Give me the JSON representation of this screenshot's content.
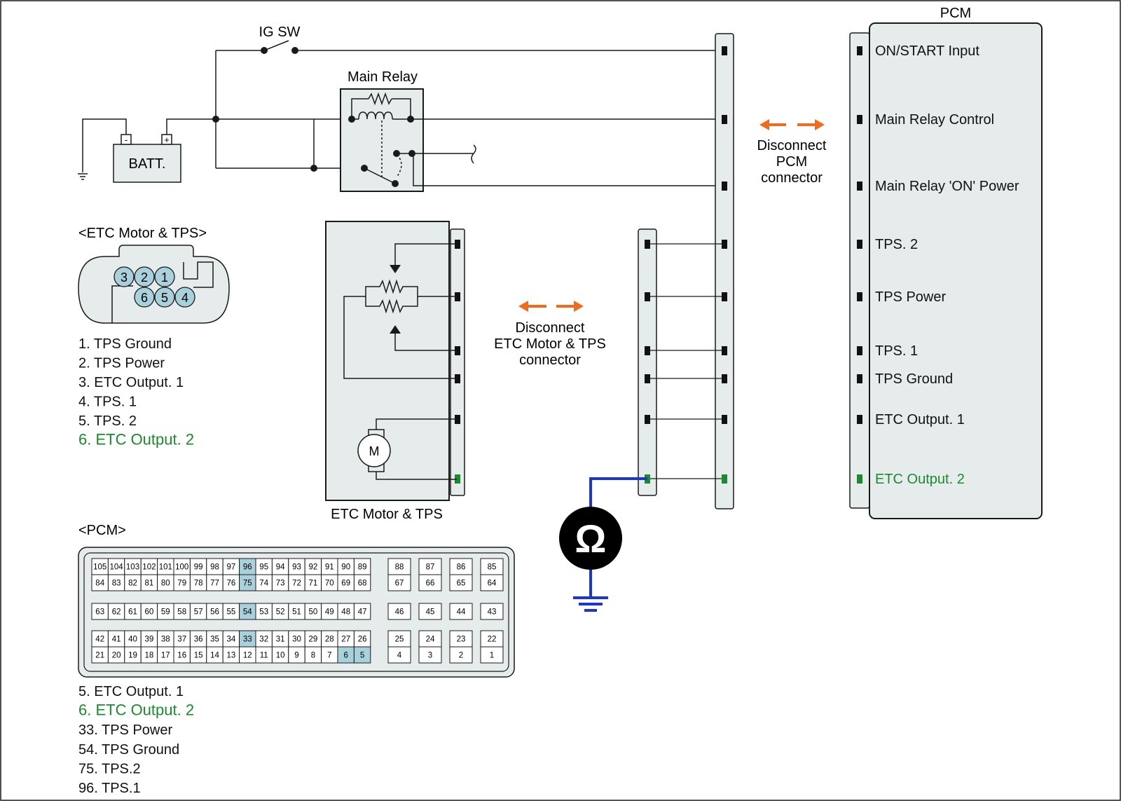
{
  "colors": {
    "line": "#1a1a1a",
    "connector_fill": "#e6ecec",
    "pin_highlight": "#a9d1dc",
    "green": "#1b8a2e",
    "orange": "#f26a1b",
    "meter_wire": "#1a34d6",
    "meter_body": "#000000"
  },
  "top_circuit": {
    "ig_sw_label": "IG SW",
    "main_relay_label": "Main Relay",
    "battery_label": "BATT.",
    "battery_minus": "-",
    "battery_plus": "+"
  },
  "pcm_box": {
    "title": "PCM",
    "pins": [
      {
        "label": "ON/START Input",
        "color": "#111111"
      },
      {
        "label": "Main Relay Control",
        "color": "#111111"
      },
      {
        "label": "Main Relay 'ON' Power",
        "color": "#111111"
      },
      {
        "label": "TPS. 2",
        "color": "#111111"
      },
      {
        "label": "TPS Power",
        "color": "#111111"
      },
      {
        "label": "TPS. 1",
        "color": "#111111"
      },
      {
        "label": "TPS Ground",
        "color": "#111111"
      },
      {
        "label": "ETC Output. 1",
        "color": "#111111"
      },
      {
        "label": "ETC Output. 2",
        "color": "#1b8a2e"
      }
    ]
  },
  "disconnect_pcm": {
    "lines": [
      "Disconnect",
      "PCM",
      "connector"
    ]
  },
  "disconnect_etc": {
    "lines": [
      "Disconnect",
      "ETC Motor & TPS",
      "connector"
    ]
  },
  "etc_component": {
    "label": "ETC Motor & TPS",
    "motor_letter": "M"
  },
  "meter": {
    "symbol": "Ω"
  },
  "etc_connector": {
    "title": "<ETC Motor & TPS>",
    "pins_top": [
      "3",
      "2",
      "1"
    ],
    "pins_bottom": [
      "6",
      "5",
      "4"
    ],
    "legend": [
      {
        "text": "1. TPS Ground",
        "color": "#111111"
      },
      {
        "text": "2. TPS Power",
        "color": "#111111"
      },
      {
        "text": "3. ETC Output. 1",
        "color": "#111111"
      },
      {
        "text": "4. TPS. 1",
        "color": "#111111"
      },
      {
        "text": "5. TPS. 2",
        "color": "#111111"
      },
      {
        "text": "6. ETC Output. 2",
        "color": "#1b8a2e"
      }
    ]
  },
  "pcm_connector": {
    "title": "<PCM>",
    "row1": [
      "105",
      "104",
      "103",
      "102",
      "101",
      "100",
      "99",
      "98",
      "97",
      "96",
      "95",
      "94",
      "93",
      "92",
      "91",
      "90",
      "89"
    ],
    "row2": [
      "84",
      "83",
      "82",
      "81",
      "80",
      "79",
      "78",
      "77",
      "76",
      "75",
      "74",
      "73",
      "72",
      "71",
      "70",
      "69",
      "68"
    ],
    "row3": [
      "63",
      "62",
      "61",
      "60",
      "59",
      "58",
      "57",
      "56",
      "55",
      "54",
      "53",
      "52",
      "51",
      "50",
      "49",
      "48",
      "47"
    ],
    "row4": [
      "42",
      "41",
      "40",
      "39",
      "38",
      "37",
      "36",
      "35",
      "34",
      "33",
      "32",
      "31",
      "30",
      "29",
      "28",
      "27",
      "26"
    ],
    "row5": [
      "21",
      "20",
      "19",
      "18",
      "17",
      "16",
      "15",
      "14",
      "13",
      "12",
      "11",
      "10",
      "9",
      "8",
      "7",
      "6",
      "5"
    ],
    "side_top": [
      [
        "88",
        "87",
        "86",
        "85"
      ],
      [
        "67",
        "66",
        "65",
        "64"
      ]
    ],
    "side_mid": [
      "46",
      "45",
      "44",
      "43"
    ],
    "side_bottom": [
      [
        "25",
        "24",
        "23",
        "22"
      ],
      [
        "4",
        "3",
        "2",
        "1"
      ]
    ],
    "highlighted": [
      "96",
      "75",
      "54",
      "33",
      "6",
      "5"
    ],
    "legend": [
      {
        "text": "5. ETC Output. 1",
        "color": "#111111"
      },
      {
        "text": "6. ETC Output. 2",
        "color": "#1b8a2e"
      },
      {
        "text": "33. TPS Power",
        "color": "#111111"
      },
      {
        "text": "54. TPS Ground",
        "color": "#111111"
      },
      {
        "text": "75. TPS.2",
        "color": "#111111"
      },
      {
        "text": "96. TPS.1",
        "color": "#111111"
      }
    ]
  }
}
